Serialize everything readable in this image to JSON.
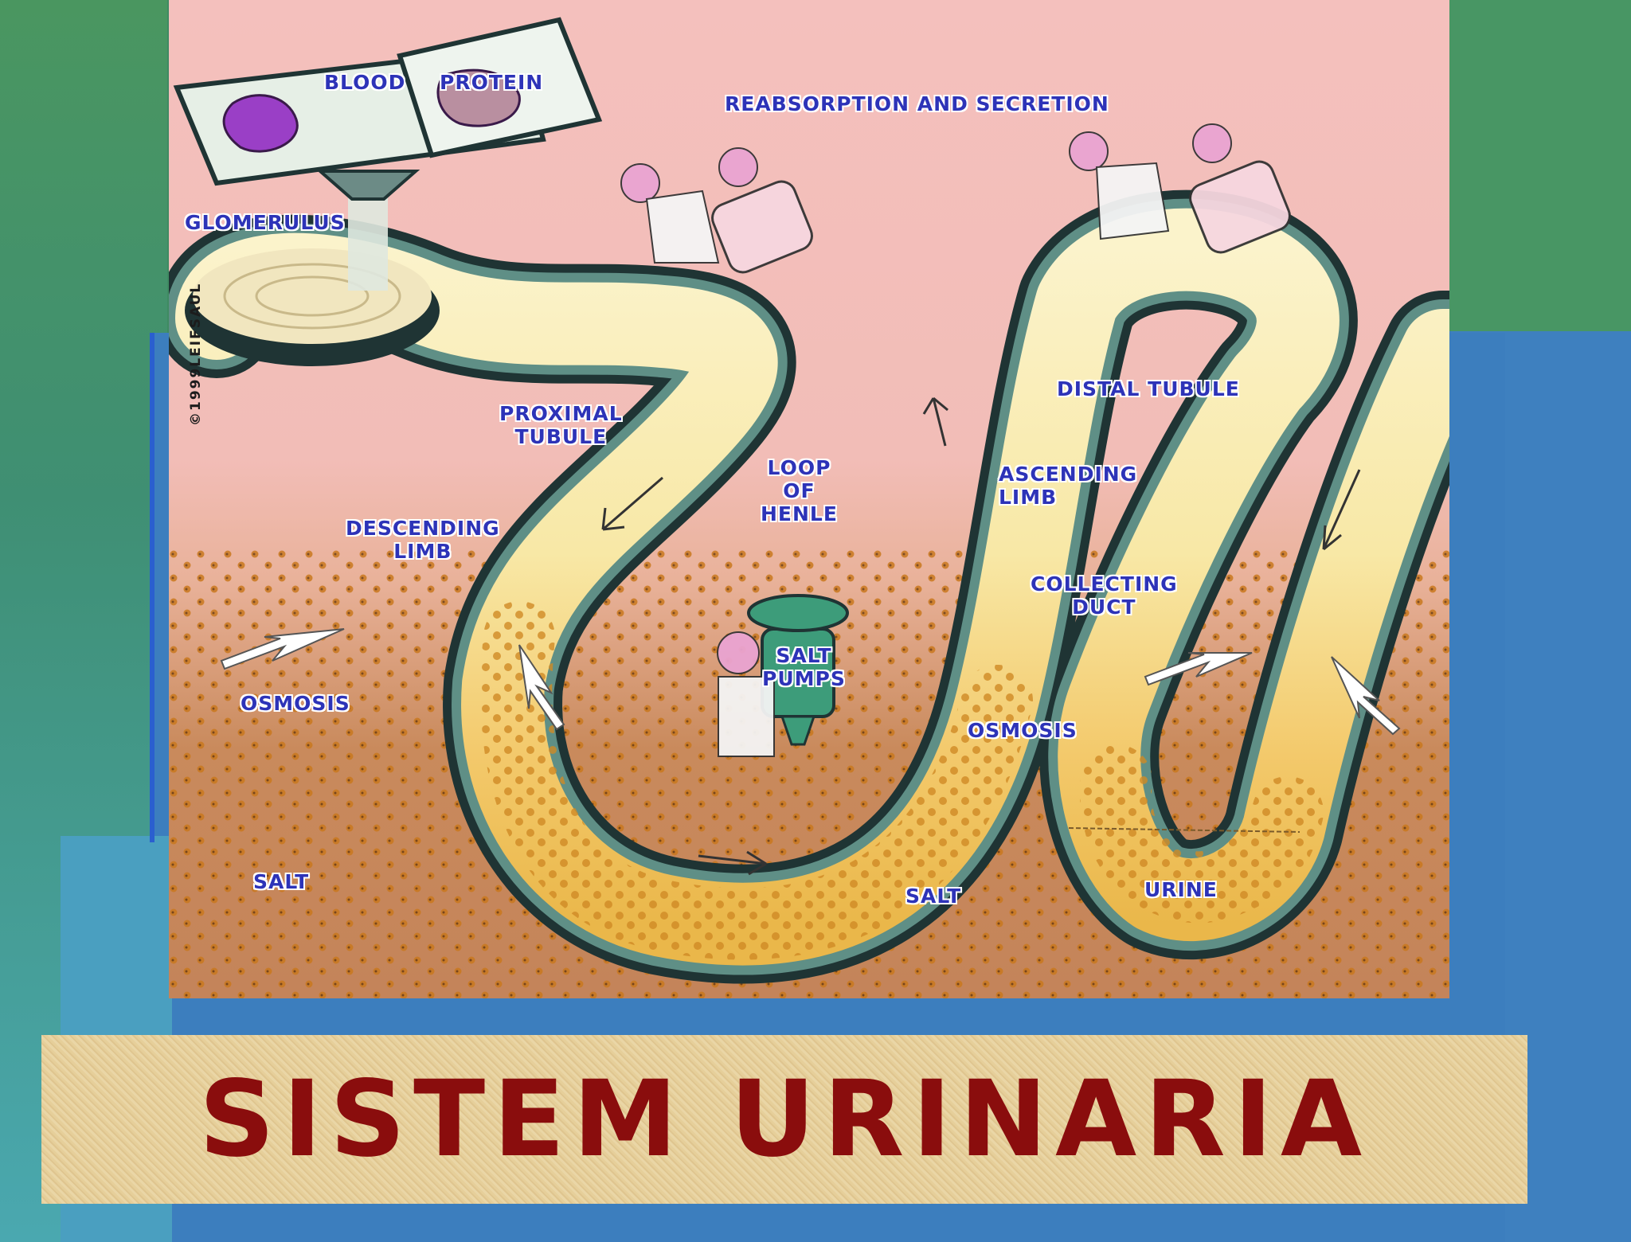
{
  "labels": {
    "blood": "BLOOD",
    "protein": "PROTEIN",
    "reabsorption": "REABSORPTION AND SECRETION",
    "glomerulus": "GLOMERULUS",
    "proximal_tubule": [
      "PROXIMAL",
      "TUBULE"
    ],
    "distal_tubule": "DISTAL TUBULE",
    "loop_of_henle": [
      "LOOP",
      "OF",
      "HENLE"
    ],
    "ascending_limb": [
      "ASCENDING",
      "LIMB"
    ],
    "descending_limb": [
      "DESCENDING",
      "LIMB"
    ],
    "collecting_duct": [
      "COLLECTING",
      "DUCT"
    ],
    "salt_pumps": [
      "SALT",
      "PUMPS"
    ],
    "osmosis_left": "OSMOSIS",
    "osmosis_right": "OSMOSIS",
    "salt_left": "SALT",
    "salt_right": "SALT",
    "urine": "URINE"
  },
  "copyright": "©1999LEIFSAUL",
  "title": "SISTEM URINARIA",
  "colors": {
    "label_text": "#2d33b8",
    "title_text": "#8a0d0d",
    "banner": "#e6cf9a",
    "tube_wall": "#2f4f4f",
    "filtrate": "#f6e9b0",
    "salt_dots": "#c9781e"
  }
}
